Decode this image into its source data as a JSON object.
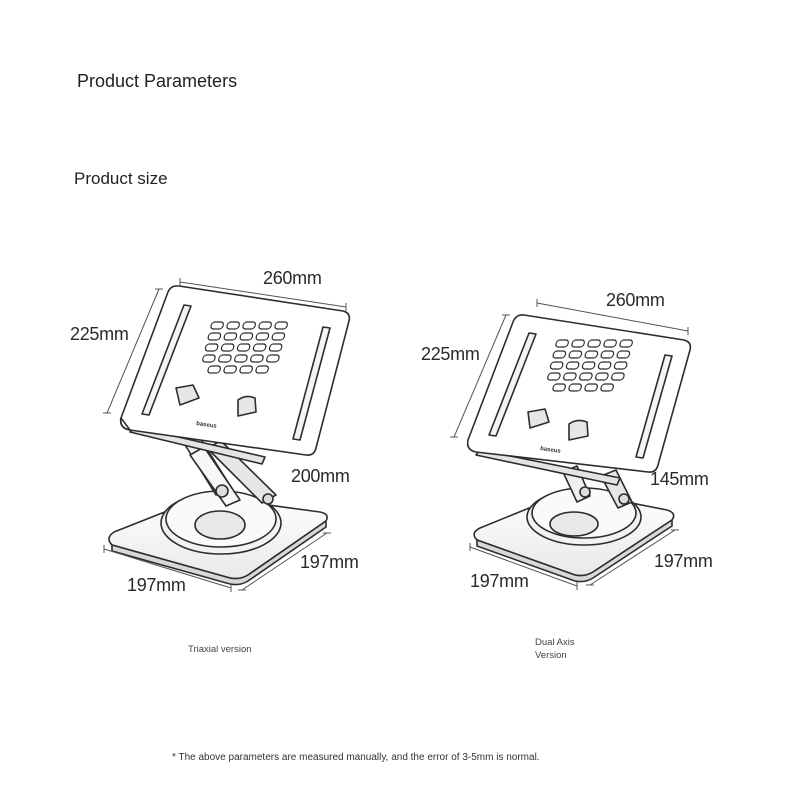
{
  "header": {
    "title": "Product Parameters",
    "subtitle": "Product size"
  },
  "products": [
    {
      "brand": "baseus",
      "dims": {
        "width": "260mm",
        "height": "225mm",
        "arm": "200mm",
        "base_d": "197mm",
        "base_w": "197mm"
      },
      "caption": "Triaxial version"
    },
    {
      "brand": "baseus",
      "dims": {
        "width": "260mm",
        "height": "225mm",
        "arm": "145mm",
        "base_d": "197mm",
        "base_w": "197mm"
      },
      "caption_lines": [
        "Dual Axis",
        "Version"
      ]
    }
  ],
  "footnote": "* The above parameters are measured manually, and the error of 3-5mm is normal."
}
